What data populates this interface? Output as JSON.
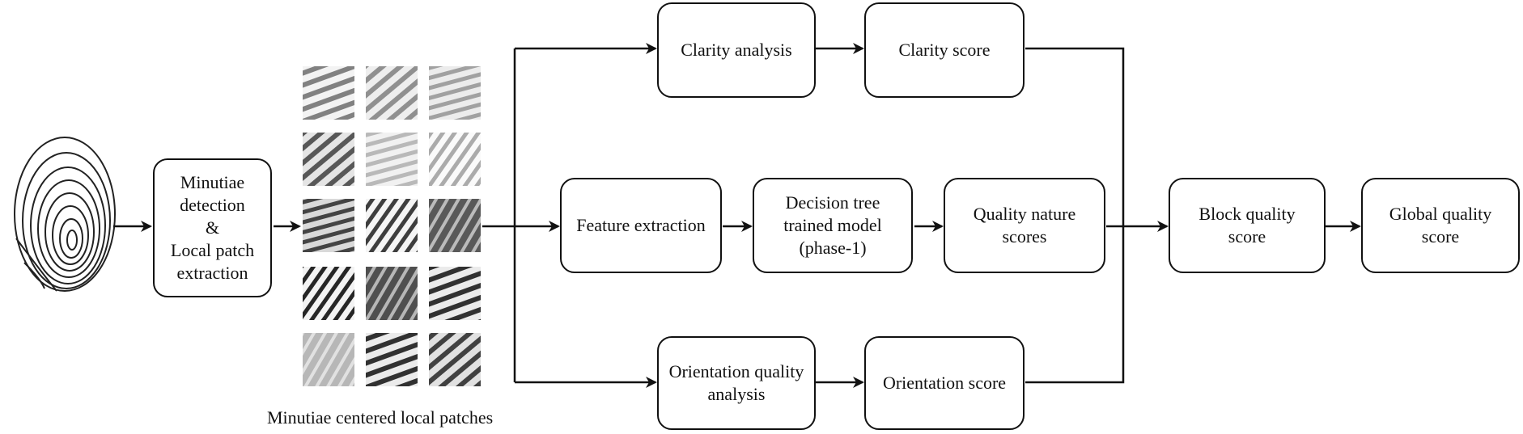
{
  "nodes": {
    "minutiae": [
      "Minutiae",
      "detection",
      "&",
      "Local patch",
      "extraction"
    ],
    "clarity_analysis": [
      "Clarity analysis"
    ],
    "clarity_score": [
      "Clarity score"
    ],
    "feature_extraction": [
      "Feature extraction"
    ],
    "decision_tree": [
      "Decision tree",
      "trained model",
      "(phase-1)"
    ],
    "quality_nature": [
      "Quality nature",
      "scores"
    ],
    "orientation_analysis": [
      "Orientation quality",
      "analysis"
    ],
    "orientation_score": [
      "Orientation score"
    ],
    "block_quality": [
      "Block quality score"
    ],
    "global_quality": [
      "Global quality",
      "score"
    ]
  },
  "patch_caption": "Minutiae centered local patches",
  "patches": {
    "rows": 5,
    "cols": 3,
    "contrast": [
      [
        0.55,
        0.5,
        0.4
      ],
      [
        0.75,
        0.3,
        0.35
      ],
      [
        0.8,
        0.8,
        0.8
      ],
      [
        0.9,
        0.85,
        0.9
      ],
      [
        0.35,
        0.9,
        0.85
      ]
    ]
  },
  "colors": {
    "stroke": "#111111",
    "background": "#ffffff"
  }
}
